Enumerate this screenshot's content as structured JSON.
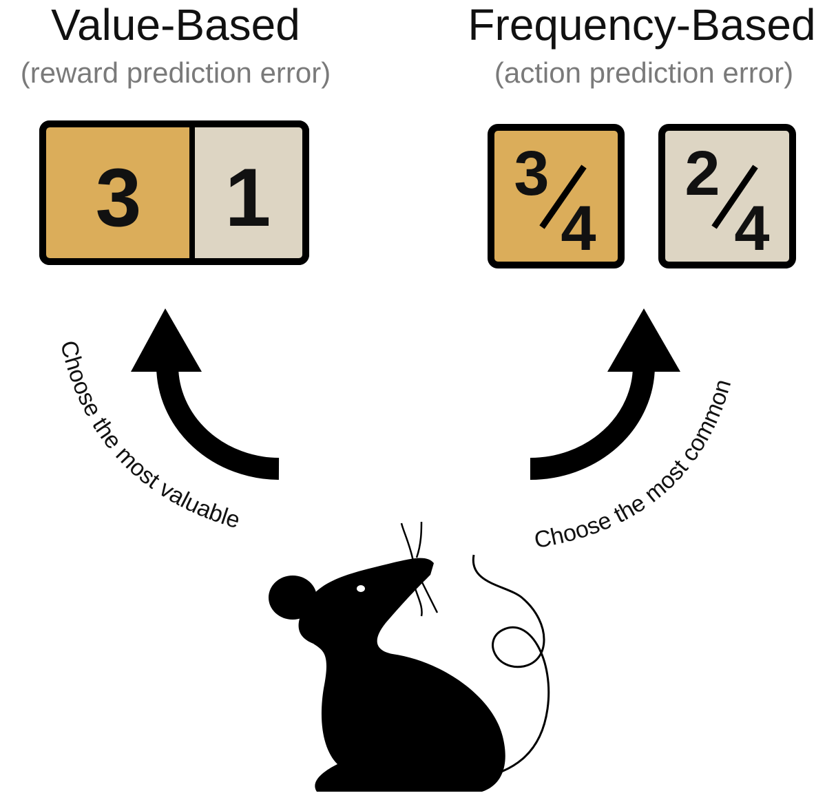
{
  "left": {
    "title": "Value-Based",
    "subtitle": "(reward prediction error)",
    "options": [
      {
        "value": "3",
        "color": "#DBAD5A"
      },
      {
        "value": "1",
        "color": "#DDD5C3"
      }
    ],
    "arrow_label": "Choose the most valuable"
  },
  "right": {
    "title": "Frequency-Based",
    "subtitle": "(action prediction error)",
    "options": [
      {
        "numerator": "3",
        "denominator": "4",
        "color": "#DBAD5A"
      },
      {
        "numerator": "2",
        "denominator": "4",
        "color": "#DDD5C3"
      }
    ],
    "arrow_label": "Choose the most common"
  }
}
